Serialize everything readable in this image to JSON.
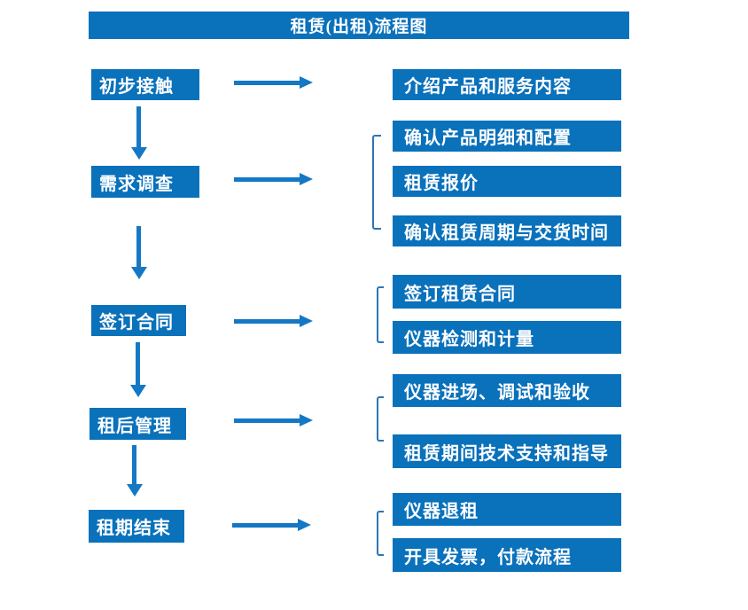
{
  "title": "租赁(出租)流程图",
  "colors": {
    "box_blue": "#0a71bb",
    "arrow_blue": "#1478c4",
    "bracket_blue": "#2e75b6",
    "text_white": "#ffffff",
    "background": "#ffffff"
  },
  "steps": [
    {
      "label": "初步接触",
      "details": [
        "介绍产品和服务内容"
      ]
    },
    {
      "label": "需求调查",
      "details": [
        "确认产品明细和配置",
        "租赁报价",
        "确认租赁周期与交货时间"
      ]
    },
    {
      "label": "签订合同",
      "details": [
        "签订租赁合同",
        "仪器检测和计量"
      ]
    },
    {
      "label": "租后管理",
      "details": [
        "仪器进场、调试和验收",
        "租赁期间技术支持和指导"
      ]
    },
    {
      "label": "租期结束",
      "details": [
        "仪器退租",
        "开具发票，付款流程"
      ]
    }
  ]
}
